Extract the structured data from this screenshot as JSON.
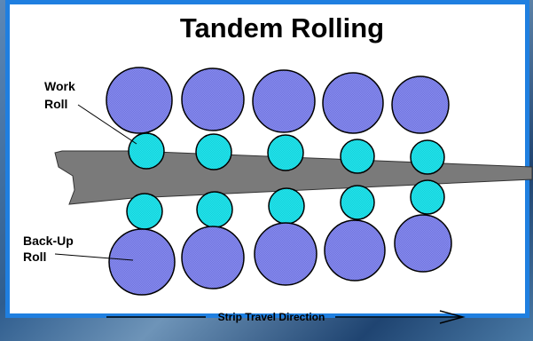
{
  "title": "Tandem Rolling",
  "labels": {
    "work_roll_line1": "Work",
    "work_roll_line2": "Roll",
    "backup_roll_line1": "Back-Up",
    "backup_roll_line2": "Roll",
    "direction": "Strip Travel Direction"
  },
  "colors": {
    "backup_roll": "#8a8ef0",
    "work_roll": "#27e6ee",
    "strip": "#7a7a7a",
    "frame_border": "#1f7fe0"
  },
  "stands": 5
}
